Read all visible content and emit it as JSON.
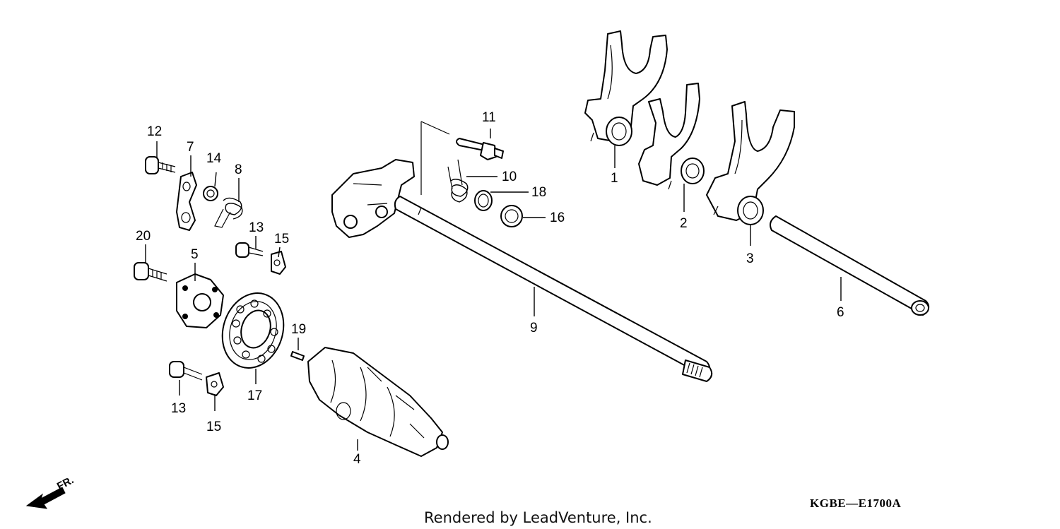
{
  "diagram": {
    "code": "KGBE—E1700A",
    "credit": "Rendered by LeadVenture, Inc.",
    "front_marker": "FR.",
    "callouts": {
      "c1": "1",
      "c2": "2",
      "c3": "3",
      "c4": "4",
      "c5": "5",
      "c6": "6",
      "c7": "7",
      "c8": "8",
      "c9": "9",
      "c10": "10",
      "c11": "11",
      "c12": "12",
      "c13a": "13",
      "c13b": "13",
      "c14": "14",
      "c15a": "15",
      "c15b": "15",
      "c16": "16",
      "c17": "17",
      "c18": "18",
      "c19": "19",
      "c20": "20"
    }
  }
}
